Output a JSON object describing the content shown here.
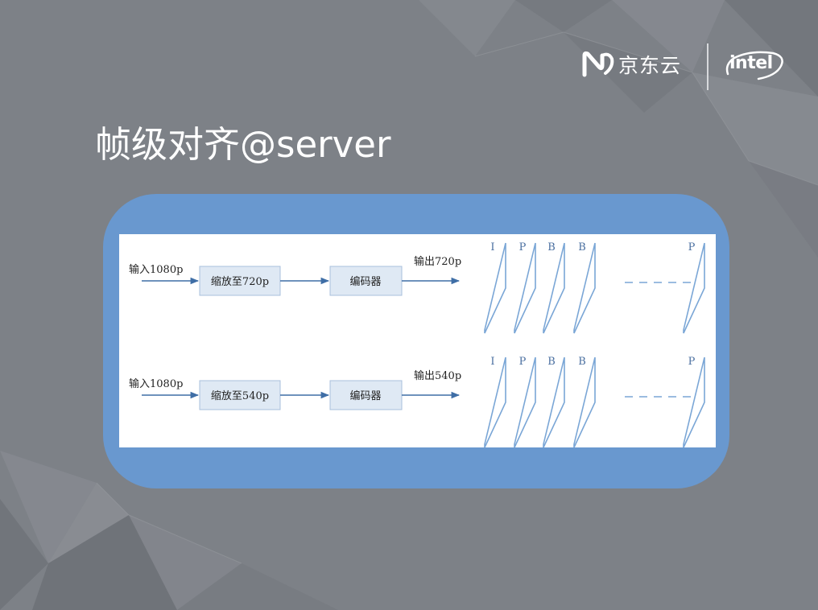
{
  "header": {
    "title": "帧级对齐@server",
    "brand_jd": "京东云",
    "brand_intel": "intel"
  },
  "diagram": {
    "rows": [
      {
        "input_label": "输入1080p",
        "scale_label": "缩放至720p",
        "encoder_label": "编码器",
        "output_label": "输出720p",
        "frame_types": [
          "I",
          "P",
          "B",
          "B",
          "P"
        ]
      },
      {
        "input_label": "输入1080p",
        "scale_label": "缩放至540p",
        "encoder_label": "编码器",
        "output_label": "输出540p",
        "frame_types": [
          "I",
          "P",
          "B",
          "B",
          "P"
        ]
      }
    ]
  },
  "colors": {
    "background": "#7d8187",
    "panel": "#6998cf",
    "box_fill": "#dfe9f4",
    "box_border": "#a9c0dc",
    "arrow": "#3f6ea6",
    "frame_stroke": "#7aa6d6"
  }
}
